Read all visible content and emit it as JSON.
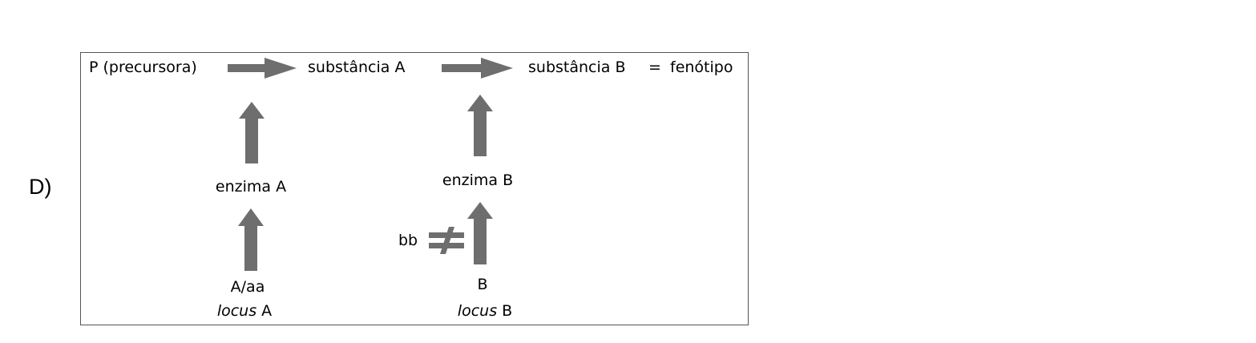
{
  "option": {
    "label": "D)"
  },
  "pathway": {
    "precursor": "P (precursora)",
    "substance_a": "substância A",
    "substance_b": "substância B",
    "equals": "=",
    "phenotype": "fenótipo"
  },
  "enzymes": {
    "enzyme_a": "enzima A",
    "enzyme_b": "enzima B"
  },
  "loci": {
    "locus_a_genotype": "A/aa",
    "locus_a_italic": "locus",
    "locus_a_letter": "A",
    "locus_b_genotype": "B",
    "locus_b_italic": "locus",
    "locus_b_letter": "B",
    "bb_label": "bb"
  },
  "colors": {
    "arrow": "#6e6e6e",
    "border": "#555555"
  }
}
